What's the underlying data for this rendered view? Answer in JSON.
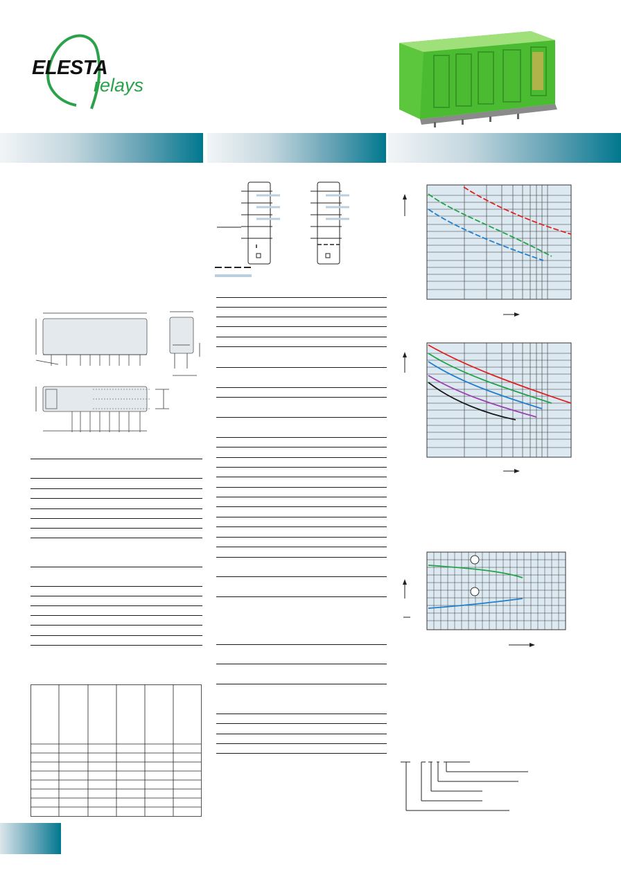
{
  "brand": {
    "wordmark": "ELESTA",
    "subline": "relays",
    "accent_green": "#2aa24a",
    "band_teal": "#00788e"
  },
  "product_photo": {
    "icon": "relay-photo",
    "body_color": "#56c83a"
  },
  "section_bands": [
    "",
    "",
    ""
  ],
  "charts": [
    {
      "name": "load-limit-curve-1",
      "series_colors": [
        "#e02020",
        "#22a24a",
        "#1e7fd0"
      ]
    },
    {
      "name": "load-limit-curve-2",
      "series_colors": [
        "#e02020",
        "#22a24a",
        "#1e7fd0",
        "#9b3fb2",
        "#1a1a1a"
      ]
    },
    {
      "name": "temperature-curve",
      "series_colors": [
        "#22a24a",
        "#1e7fd0"
      ]
    }
  ],
  "footer": {
    "corner_tab": ""
  }
}
